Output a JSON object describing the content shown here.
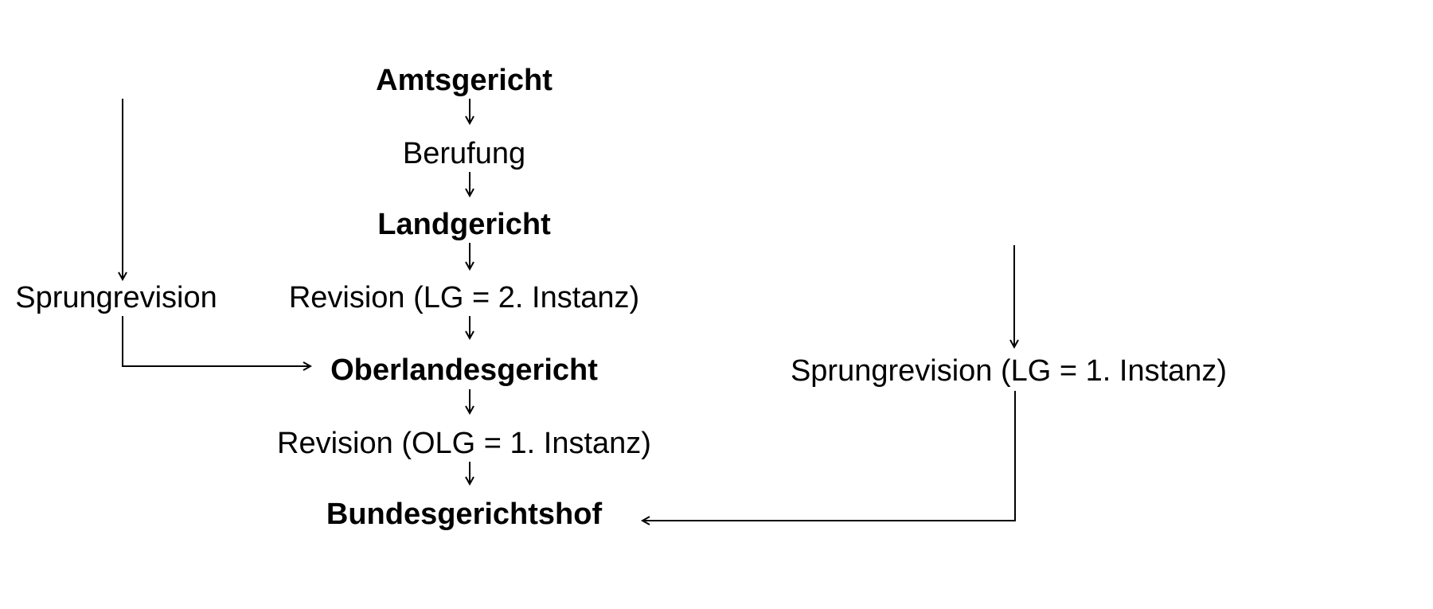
{
  "diagram": {
    "nodes": {
      "amtsgericht": "Amtsgericht",
      "berufung": "Berufung",
      "landgericht": "Landgericht",
      "revision_lg": "Revision (LG = 2. Instanz)",
      "oberlandesgericht": "Oberlandesgericht",
      "revision_olg": "Revision (OLG = 1. Instanz)",
      "bundesgerichtshof": "Bundesgerichtshof",
      "sprungrevision_left": "Sprungrevision",
      "sprungrevision_right": "Sprungrevision (LG = 1. Instanz)"
    },
    "line_color": "#000000"
  }
}
